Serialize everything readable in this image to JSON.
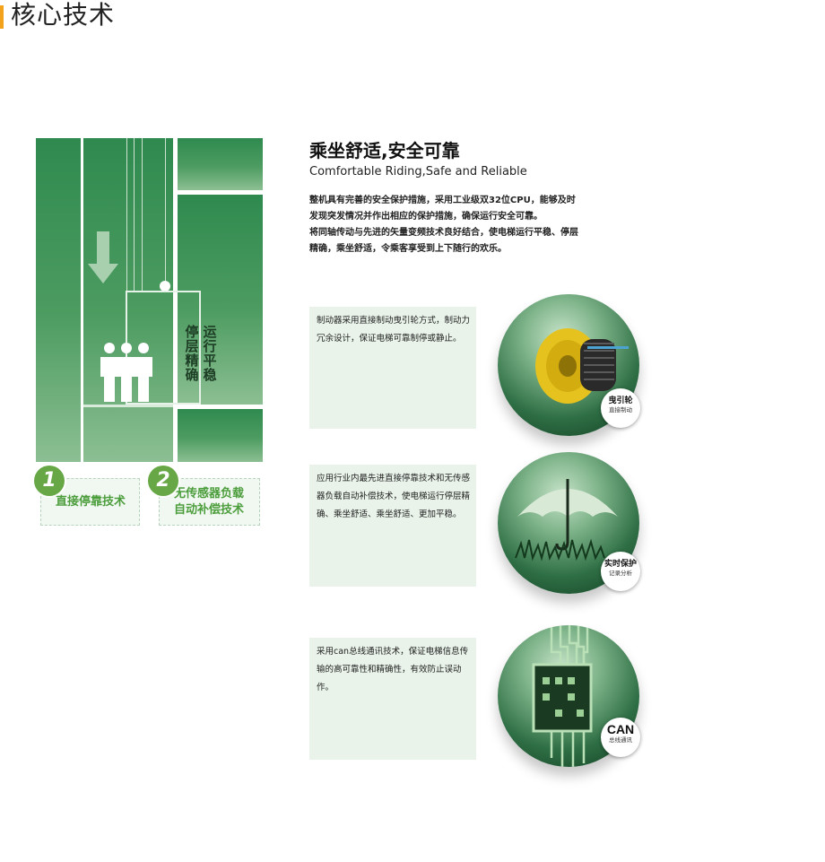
{
  "header": {
    "title": "核心技术"
  },
  "elevator": {
    "right_col_text": "运行平稳",
    "left_col_text": "停层精确"
  },
  "techs": [
    {
      "num": "1",
      "label": "直接停靠技术"
    },
    {
      "num": "2",
      "label_line1": "无传感器负载",
      "label_line2": "自动补偿技术"
    }
  ],
  "intro": {
    "title": "乘坐舒适,安全可靠",
    "subtitle": "Comfortable Riding,Safe and Reliable",
    "lines": [
      "整机具有完善的安全保护措施，采用工业级双32位CPU，能够及时",
      "发现突发情况并作出相应的保护措施，确保运行安全可靠。",
      "将同轴传动与先进的矢量变频技术良好结合，使电梯运行平稳、停层",
      "精确，乘坐舒适，令乘客享受到上下随行的欢乐。"
    ]
  },
  "features": [
    {
      "text": "制动器采用直接制动曳引轮方式，制动力冗余设计，保证电梯可靠制停或静止。",
      "tag_main": "曳引轮",
      "tag_sub": "直接制动",
      "icon": "traction-wheel-icon"
    },
    {
      "text": "应用行业内最先进直接停靠技术和无传感器负载自动补偿技术，使电梯运行停层精确、乘坐舒适、乘坐舒适、更加平稳。",
      "tag_main": "实时保护",
      "tag_sub": "记录分析",
      "icon": "umbrella-icon"
    },
    {
      "text": "采用can总线通讯技术，保证电梯信息传输的高可靠性和精确性，有效防止误动作。",
      "tag_main": "CAN",
      "tag_sub": "总线通讯",
      "icon": "circuit-board-icon"
    }
  ],
  "colors": {
    "accent": "#f2a31b",
    "green_dark": "#2f8a4f",
    "green_label": "#4c9d3c",
    "card_bg": "#e9f3ea"
  }
}
